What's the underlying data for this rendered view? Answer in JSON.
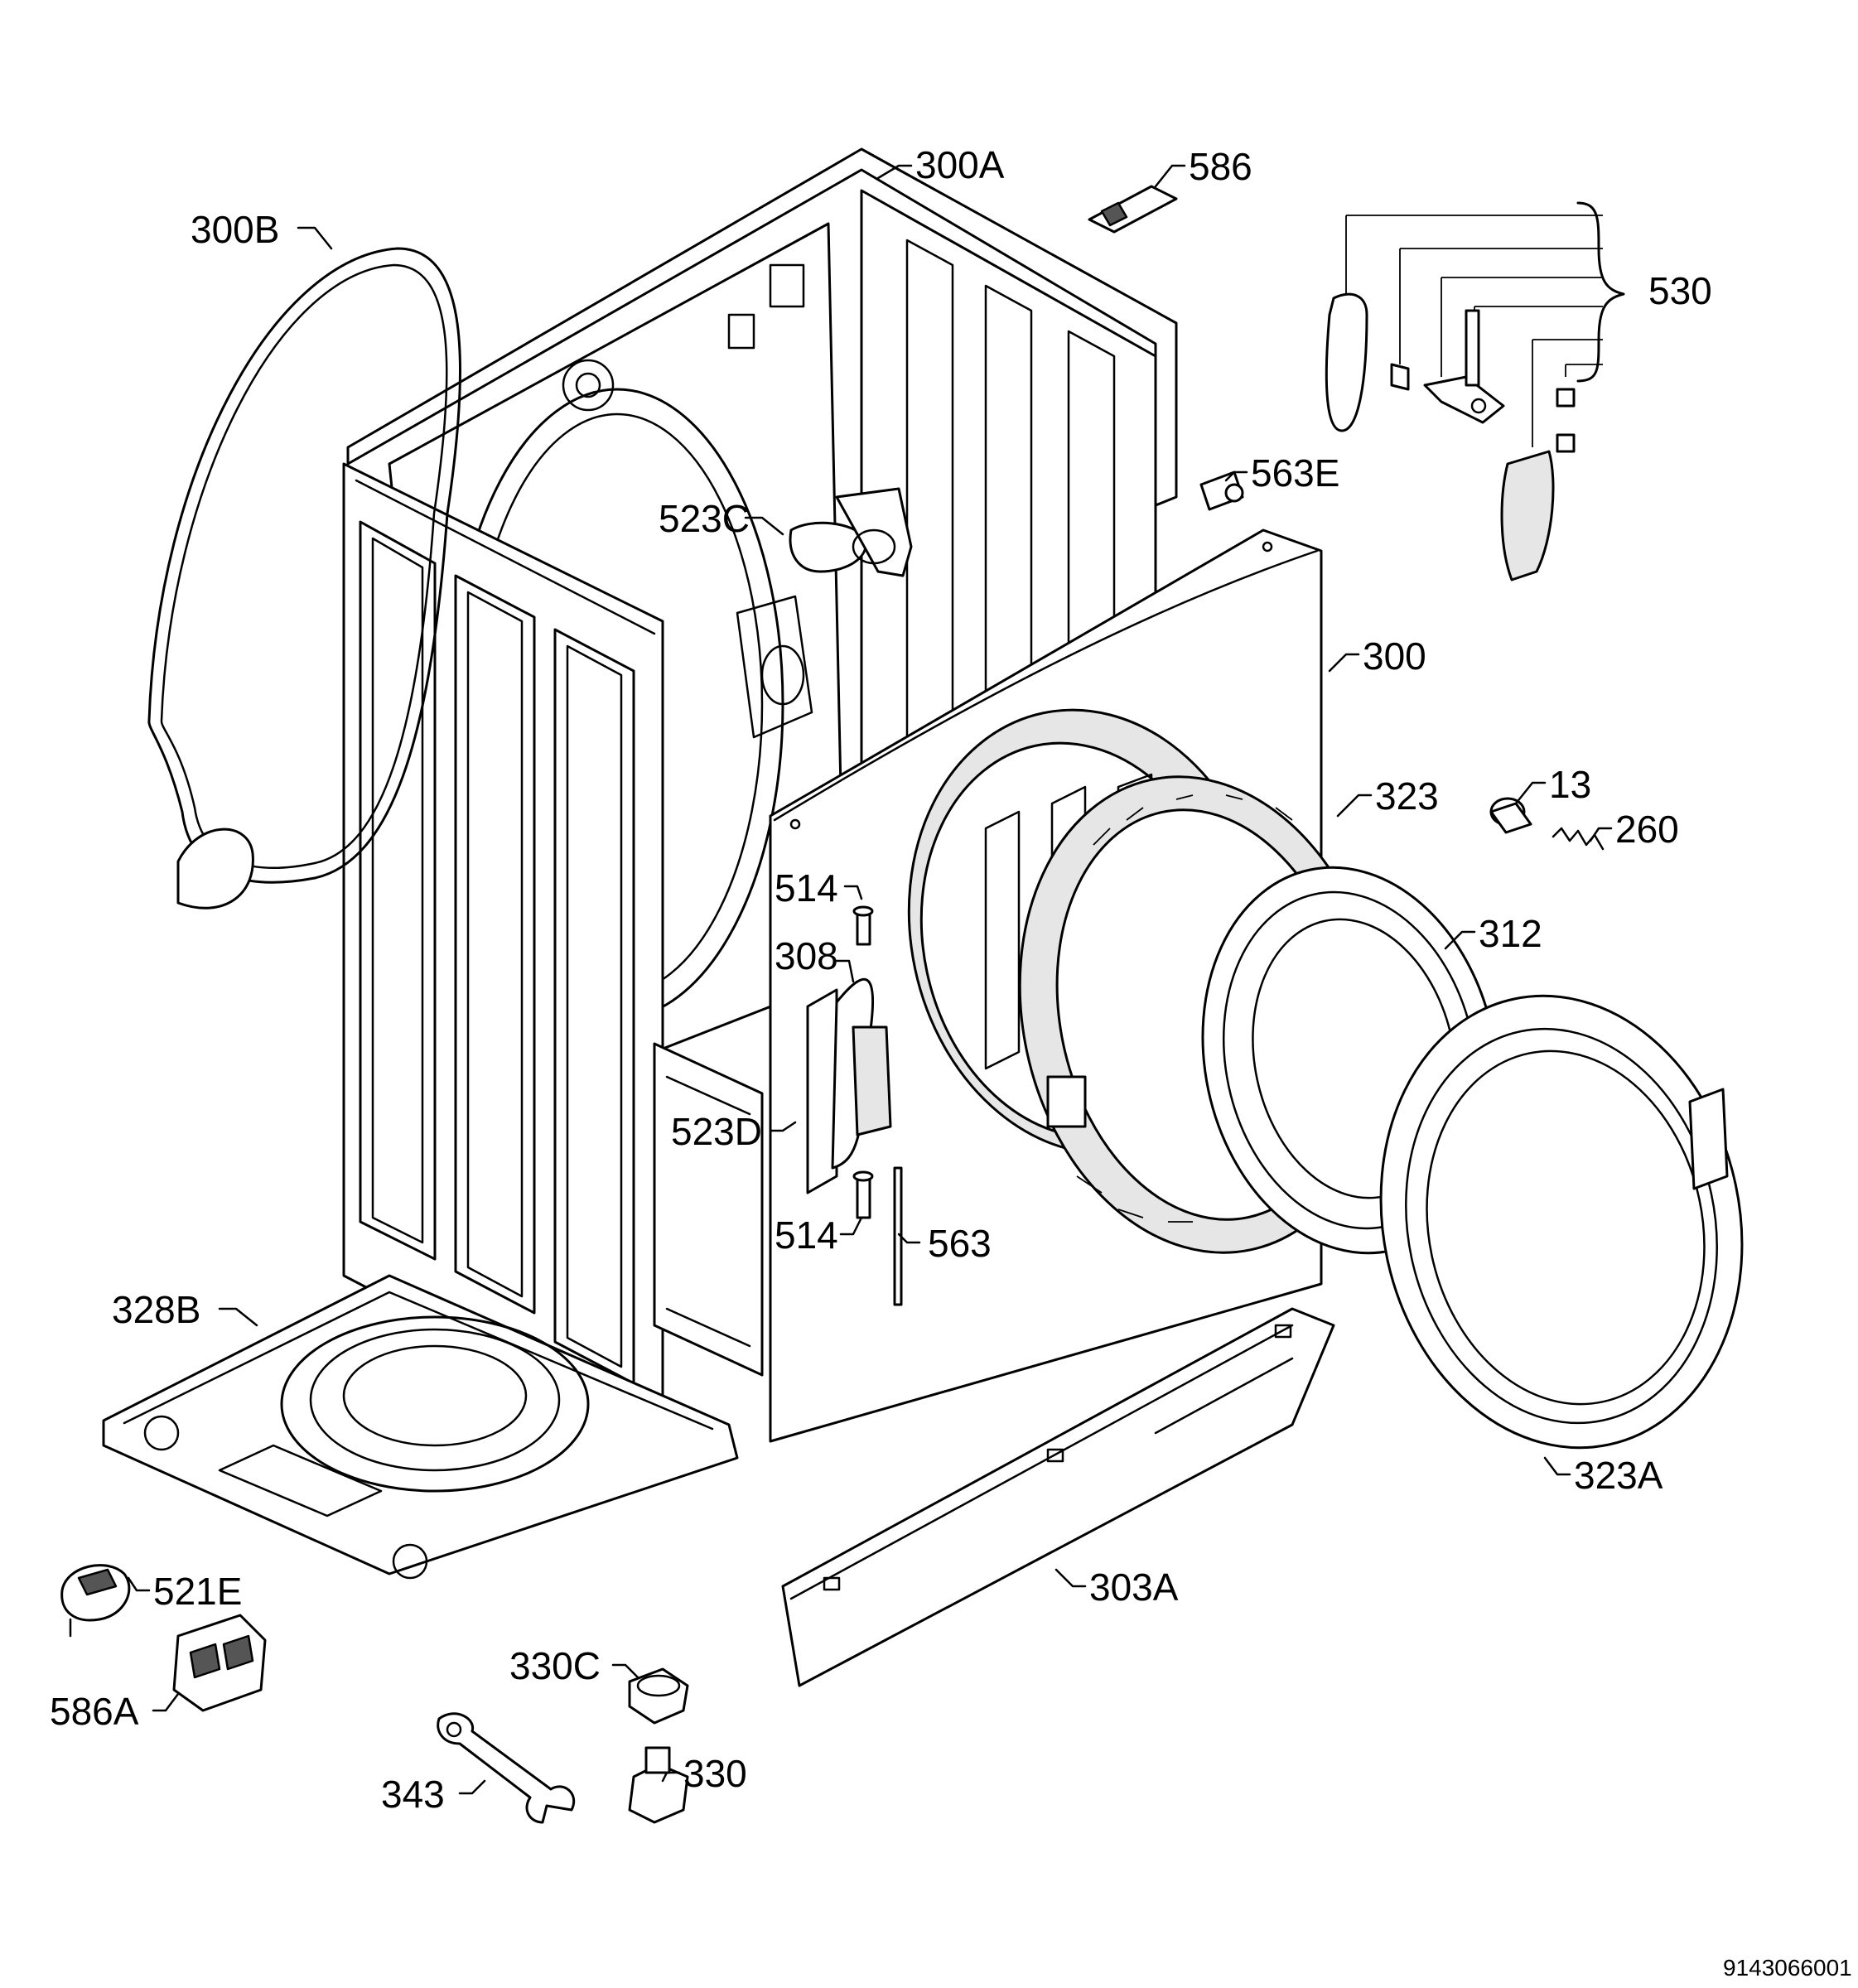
{
  "labels": {
    "l300A": "300A",
    "l586": "586",
    "l300B": "300B",
    "l530": "530",
    "l563E": "563E",
    "l523C": "523C",
    "l300": "300",
    "l323": "323",
    "l13": "13",
    "l260": "260",
    "l514a": "514",
    "l308": "308",
    "l312": "312",
    "l523D": "523D",
    "l514b": "514",
    "l563": "563",
    "l328B": "328B",
    "l323A": "323A",
    "l521E": "521E",
    "l303A": "303A",
    "l586A": "586A",
    "l330C": "330C",
    "l330": "330",
    "l343": "343"
  },
  "footer": {
    "drawing_number": "9143066001"
  }
}
